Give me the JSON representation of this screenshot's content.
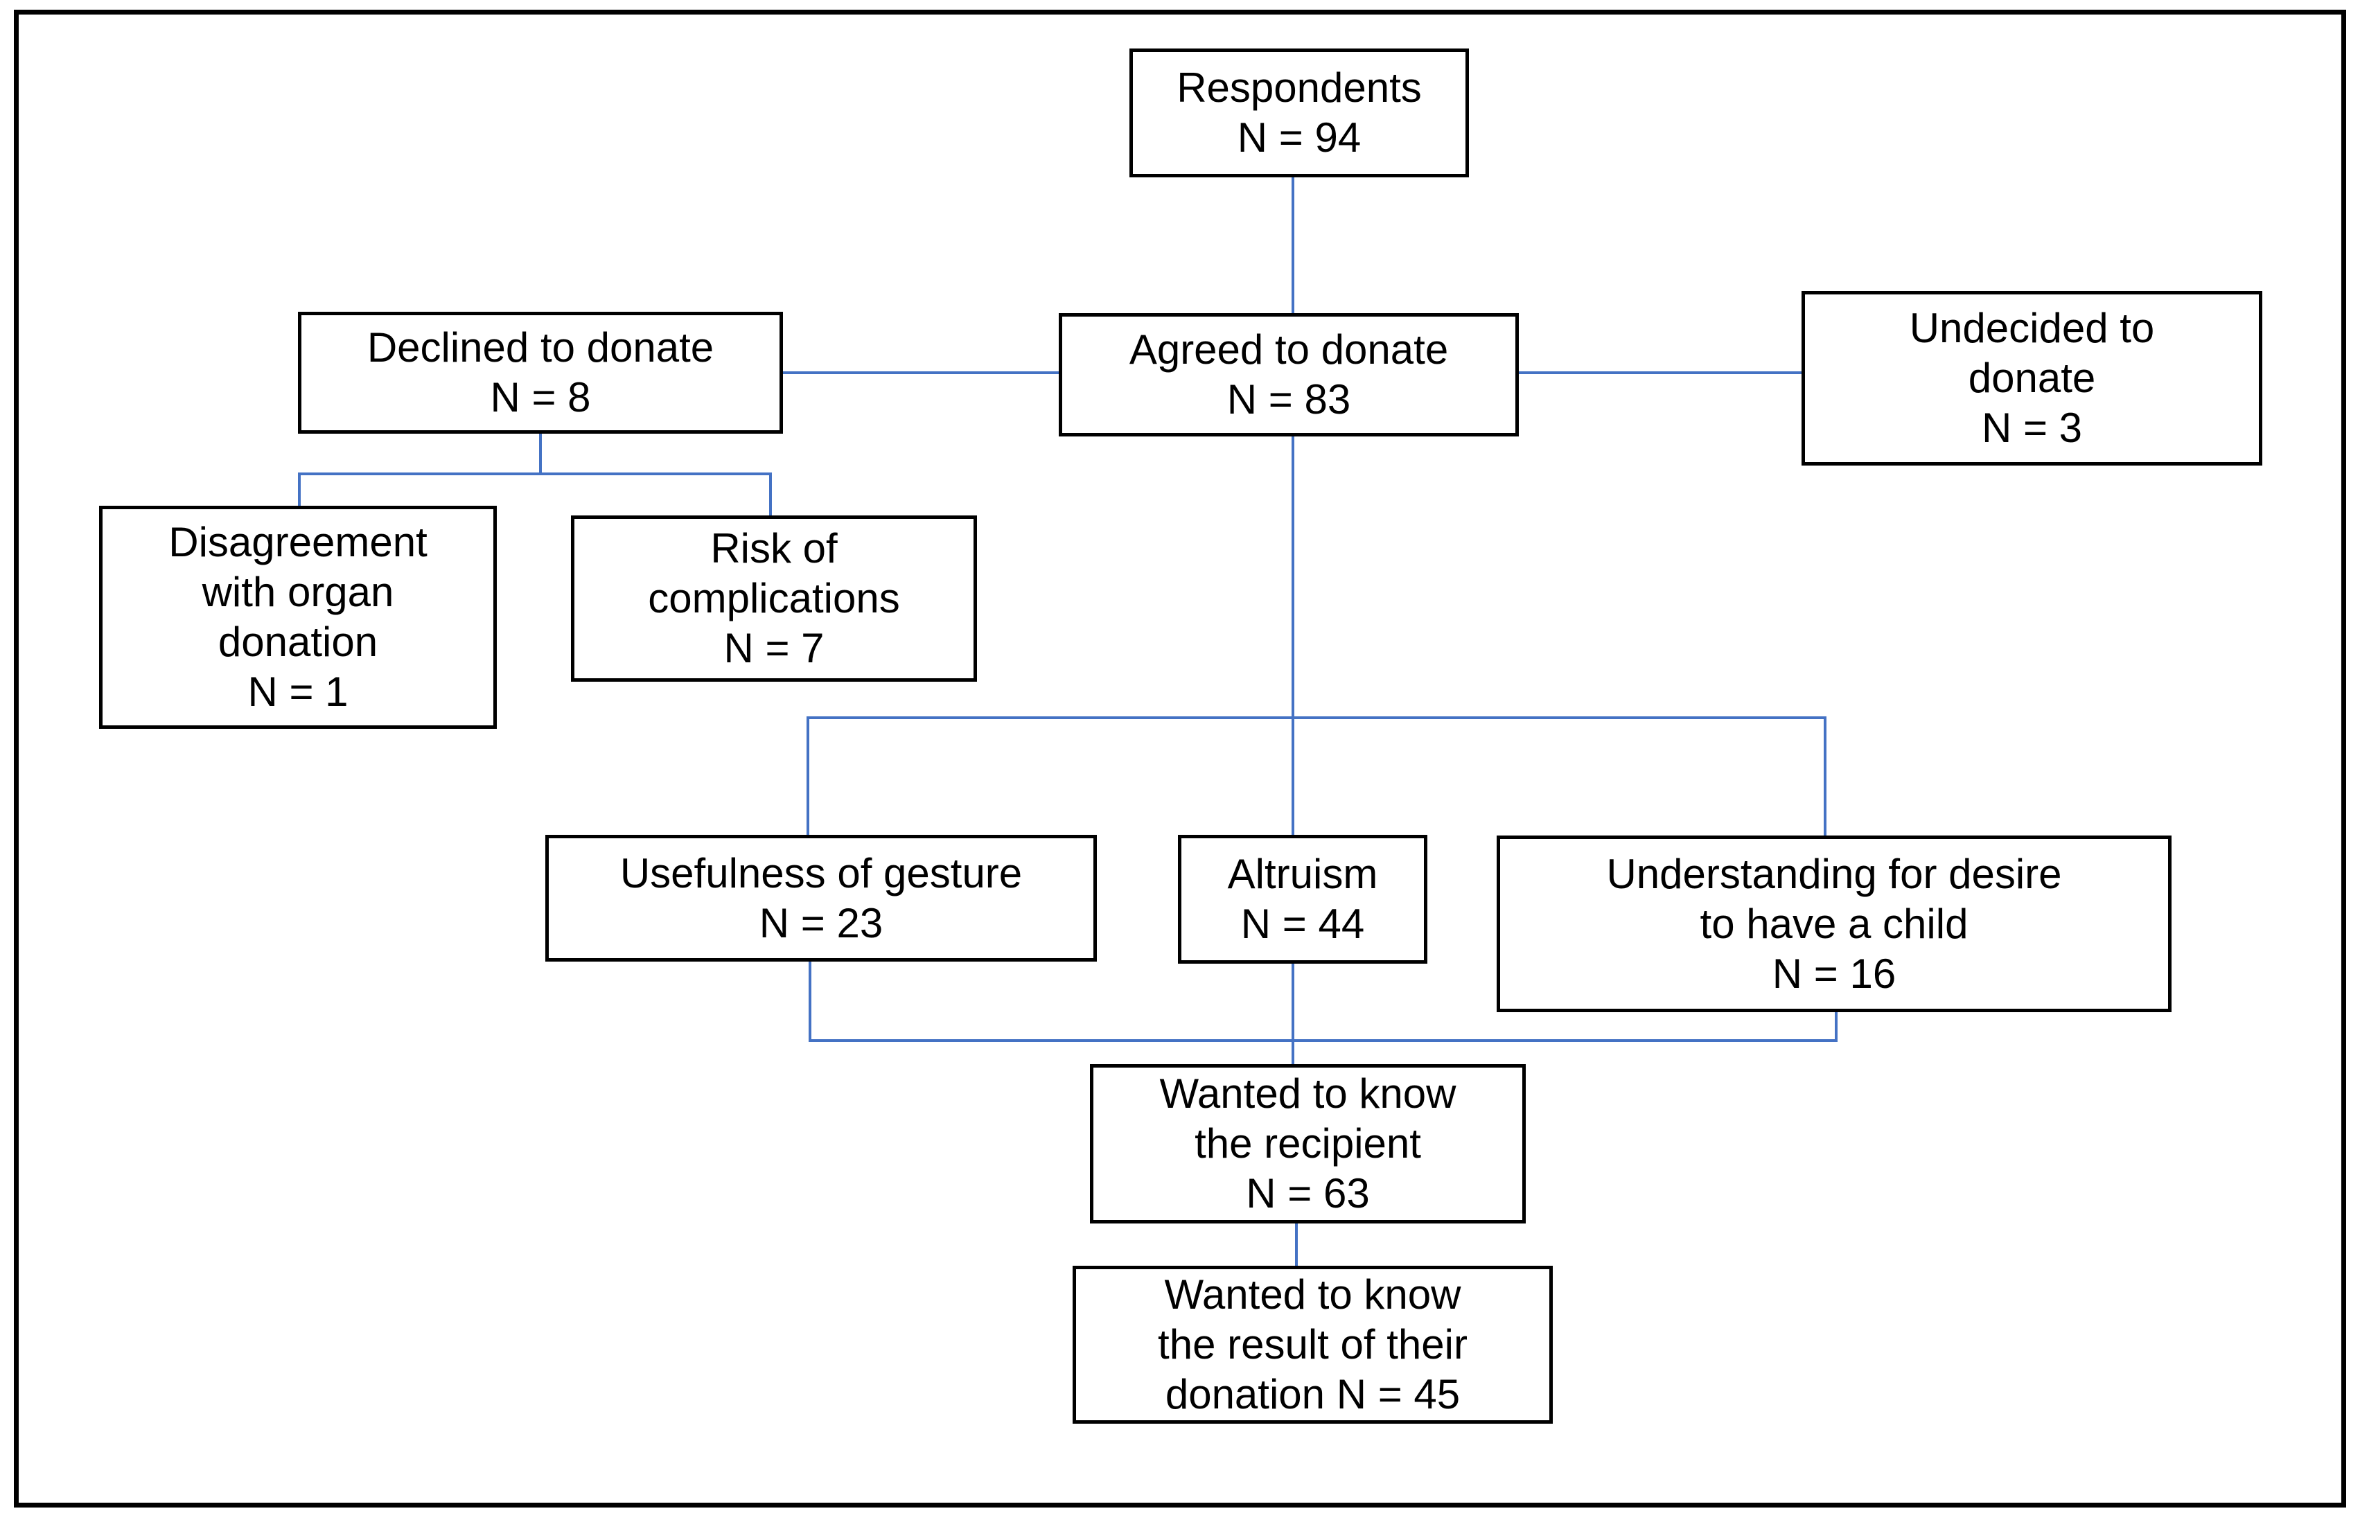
{
  "colors": {
    "connector": "#4472C4",
    "border": "#000000",
    "text": "#000000",
    "background": "#ffffff"
  },
  "nodes": {
    "respondents": {
      "lines": [
        "Respondents",
        "N = 94"
      ]
    },
    "declined": {
      "lines": [
        "Declined to donate",
        "N = 8"
      ]
    },
    "agreed": {
      "lines": [
        "Agreed to donate",
        "N = 83"
      ]
    },
    "undecided": {
      "lines": [
        "Undecided to",
        "donate",
        "N = 3"
      ]
    },
    "disagreement": {
      "lines": [
        "Disagreement",
        "with organ",
        "donation",
        "N = 1"
      ]
    },
    "risk": {
      "lines": [
        "Risk of",
        "complications",
        "N = 7"
      ]
    },
    "usefulness": {
      "lines": [
        "Usefulness of gesture",
        "N = 23"
      ]
    },
    "altruism": {
      "lines": [
        "Altruism",
        "N = 44"
      ]
    },
    "understanding": {
      "lines": [
        "Understanding for desire",
        "to have a child",
        "N = 16"
      ]
    },
    "recipient": {
      "lines": [
        "Wanted to know",
        "the recipient",
        "N = 63"
      ]
    },
    "result": {
      "lines": [
        "Wanted to know",
        "the result of their",
        "donation N = 45"
      ]
    }
  },
  "edges": [
    [
      "respondents",
      "agreed"
    ],
    [
      "declined",
      "agreed"
    ],
    [
      "agreed",
      "undecided"
    ],
    [
      "declined",
      "disagreement"
    ],
    [
      "declined",
      "risk"
    ],
    [
      "agreed",
      "usefulness"
    ],
    [
      "agreed",
      "altruism"
    ],
    [
      "agreed",
      "understanding"
    ],
    [
      "usefulness",
      "recipient"
    ],
    [
      "altruism",
      "recipient"
    ],
    [
      "understanding",
      "recipient"
    ],
    [
      "recipient",
      "result"
    ]
  ]
}
